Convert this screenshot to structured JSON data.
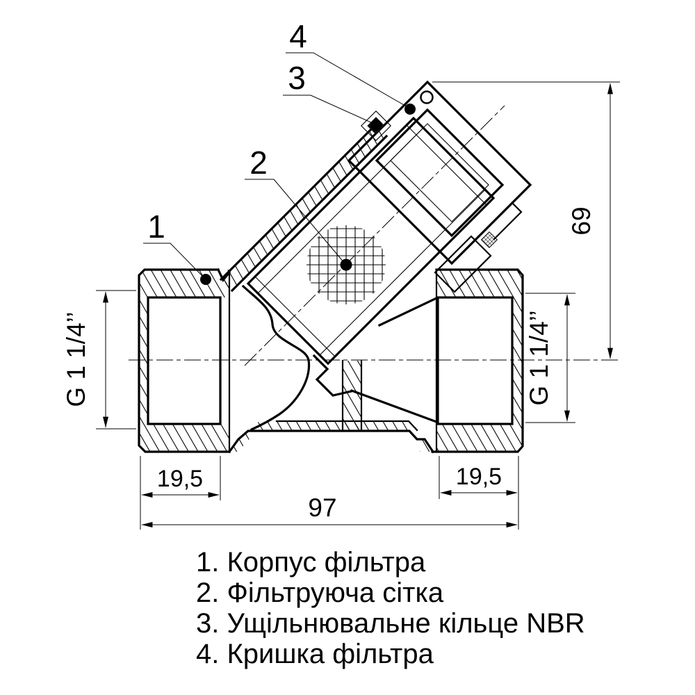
{
  "colors": {
    "line": "#000000",
    "background": "#ffffff"
  },
  "dimensions": {
    "thread_left": "G 1 1/4’’",
    "thread_right": "G 1 1/4’’",
    "overall_height": "69",
    "left_port_length": "19,5",
    "right_port_length": "19,5",
    "overall_length": "97"
  },
  "callouts": {
    "c1": "1",
    "c2": "2",
    "c3": "3",
    "c4": "4"
  },
  "legend": {
    "items": [
      {
        "text": "1. Корпус фільтра"
      },
      {
        "text": "2. Фільтруюча сітка"
      },
      {
        "text": "3. Ущільнювальне кільце NBR"
      },
      {
        "text": "4. Кришка фільтра"
      }
    ]
  }
}
